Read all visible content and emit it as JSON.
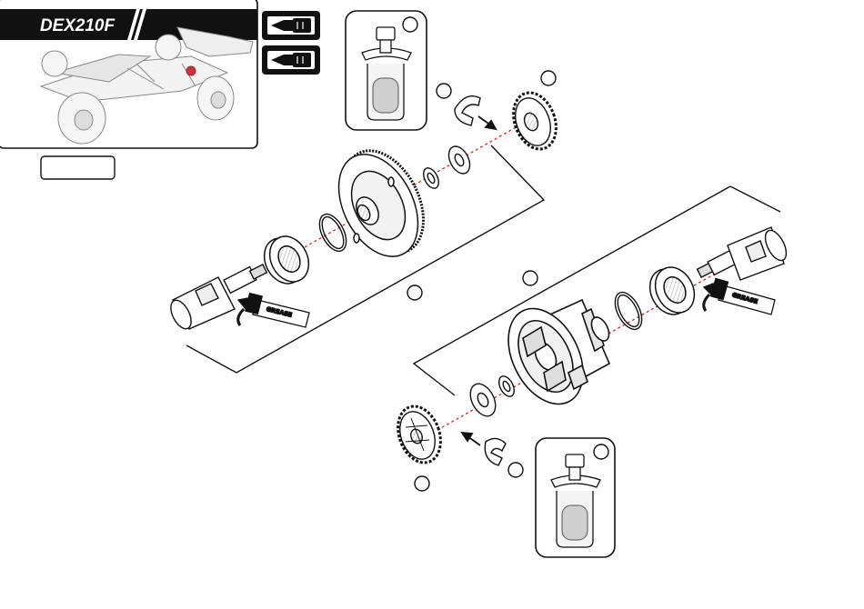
{
  "header": {
    "model_name": "DEX210F",
    "label_box": ""
  },
  "grease_tubes": [
    {
      "label": "GREASE"
    },
    {
      "label": "GREASE"
    }
  ],
  "tool_icons": [
    "screwdriver-icon",
    "screwdriver-icon"
  ],
  "step_markers": [
    "",
    "",
    "",
    "",
    "",
    "",
    "",
    ""
  ],
  "colors": {
    "line": "#111111",
    "axis": "#e0231b",
    "header_bg": "#111111",
    "part_fill": "#ffffff",
    "shade": "#d8d8d8"
  }
}
